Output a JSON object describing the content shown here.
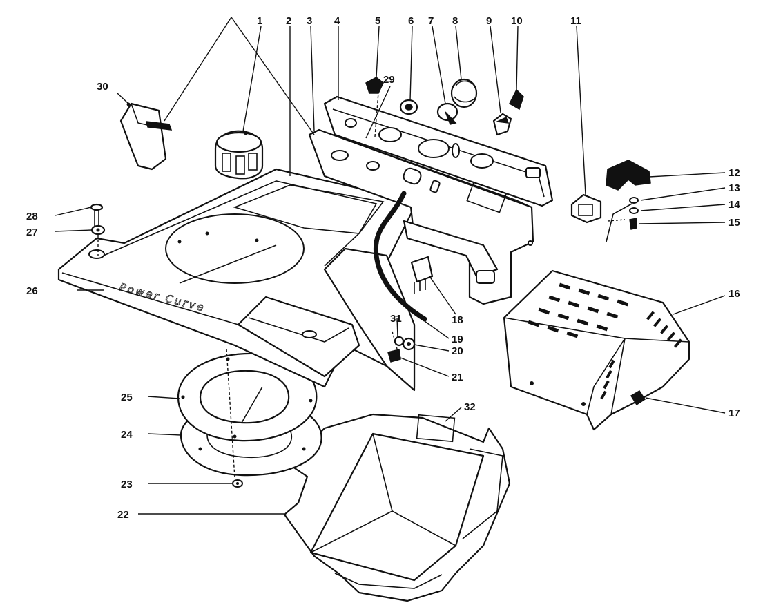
{
  "diagram": {
    "brand_text": "Power Curve",
    "callouts": [
      {
        "id": "1",
        "label": "1"
      },
      {
        "id": "2",
        "label": "2"
      },
      {
        "id": "3",
        "label": "3"
      },
      {
        "id": "4",
        "label": "4"
      },
      {
        "id": "5",
        "label": "5"
      },
      {
        "id": "6",
        "label": "6"
      },
      {
        "id": "7",
        "label": "7"
      },
      {
        "id": "8",
        "label": "8"
      },
      {
        "id": "9",
        "label": "9"
      },
      {
        "id": "10",
        "label": "10"
      },
      {
        "id": "11",
        "label": "11"
      },
      {
        "id": "12",
        "label": "12"
      },
      {
        "id": "13",
        "label": "13"
      },
      {
        "id": "14",
        "label": "14"
      },
      {
        "id": "15",
        "label": "15"
      },
      {
        "id": "16",
        "label": "16"
      },
      {
        "id": "17",
        "label": "17"
      },
      {
        "id": "18",
        "label": "18"
      },
      {
        "id": "19",
        "label": "19"
      },
      {
        "id": "20",
        "label": "20"
      },
      {
        "id": "21",
        "label": "21"
      },
      {
        "id": "22",
        "label": "22"
      },
      {
        "id": "23",
        "label": "23"
      },
      {
        "id": "24",
        "label": "24"
      },
      {
        "id": "25",
        "label": "25"
      },
      {
        "id": "26",
        "label": "26"
      },
      {
        "id": "27",
        "label": "27"
      },
      {
        "id": "28",
        "label": "28"
      },
      {
        "id": "29",
        "label": "29"
      },
      {
        "id": "30",
        "label": "30"
      },
      {
        "id": "31",
        "label": "31"
      },
      {
        "id": "32",
        "label": "32"
      }
    ]
  }
}
